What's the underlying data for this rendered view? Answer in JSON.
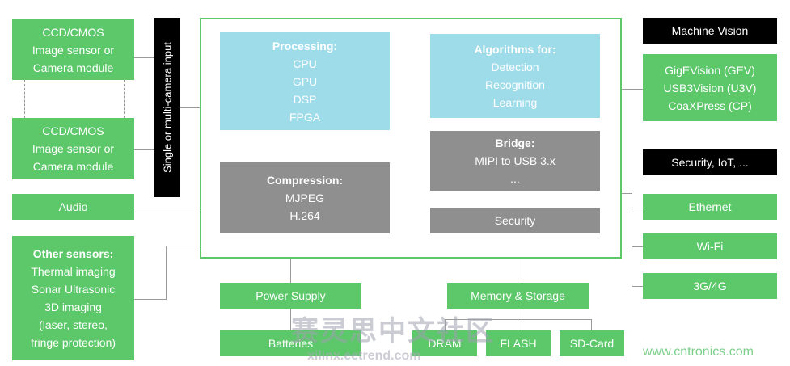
{
  "camera1": [
    "CCD/CMOS",
    "Image sensor or",
    "Camera module"
  ],
  "camera2": [
    "CCD/CMOS",
    "Image sensor or",
    "Camera module"
  ],
  "audio": "Audio",
  "other_sensors": {
    "title": "Other sensors:",
    "items": [
      "Thermal imaging",
      "Sonar Ultrasonic",
      "3D imaging",
      "(laser, stereo,",
      "fringe protection)"
    ]
  },
  "camera_input": "Single or multi-camera input",
  "processing": {
    "title": "Processing:",
    "items": [
      "CPU",
      "GPU",
      "DSP",
      "FPGA"
    ]
  },
  "algorithms": {
    "title": "Algorithms for:",
    "items": [
      "Detection",
      "Recognition",
      "Learning"
    ]
  },
  "compression": {
    "title": "Compression:",
    "items": [
      "MJPEG",
      "H.264"
    ]
  },
  "bridge": {
    "title": "Bridge:",
    "items": [
      "MIPI to USB 3.x",
      "..."
    ]
  },
  "security": "Security",
  "power_supply": "Power Supply",
  "batteries": "Batteries",
  "memory_storage": "Memory & Storage",
  "dram": "DRAM",
  "flash": "FLASH",
  "sd_card": "SD-Card",
  "machine_vision": {
    "header": "Machine Vision",
    "items": [
      "GigEVision (GEV)",
      "USB3Vision (U3V)",
      "CoaXPress (CP)"
    ]
  },
  "security_iot": {
    "header": "Security, IoT, ...",
    "items": [
      "Ethernet",
      "Wi-Fi",
      "3G/4G"
    ]
  },
  "watermarks": {
    "cn": "赛灵思中文社区",
    "url": "xilinx.eetrend.com",
    "site": "www.cntronics.com"
  },
  "colors": {
    "green": "#5cc86a",
    "cyan": "#9fdcea",
    "gray": "#8f8f8f",
    "black": "#000000"
  }
}
